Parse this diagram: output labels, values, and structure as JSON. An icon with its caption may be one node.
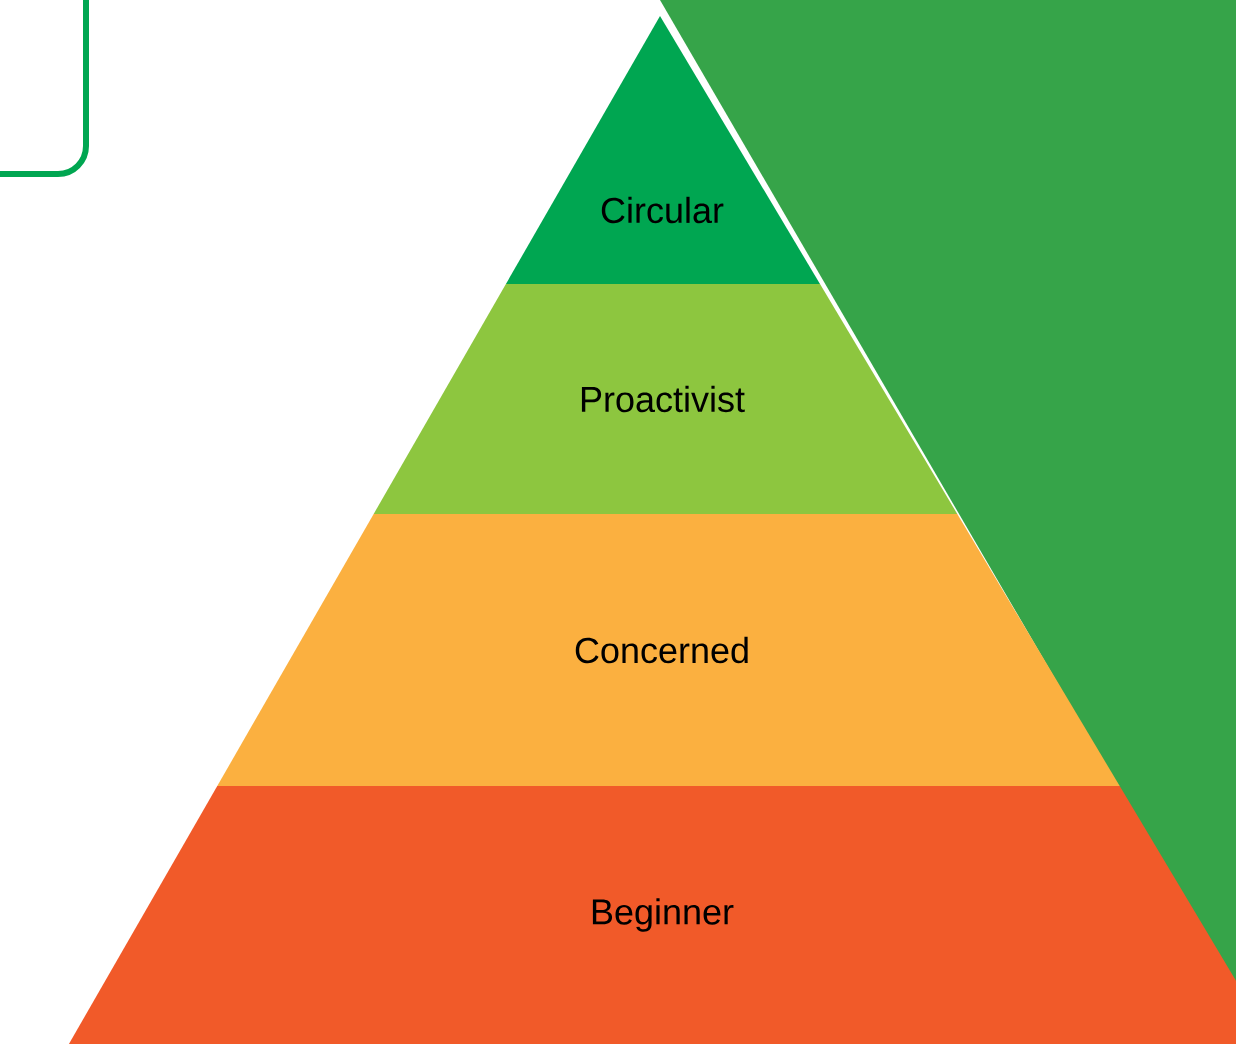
{
  "diagram": {
    "nodes": [
      {
        "text": [],
        "shape": "box"
      },
      {
        "text": [
          "Circular"
        ]
      },
      {
        "text": [
          "Proactivist"
        ]
      },
      {
        "text": [
          "Concerned"
        ]
      },
      {
        "text": [
          "Beginner"
        ]
      }
    ]
  }
}
